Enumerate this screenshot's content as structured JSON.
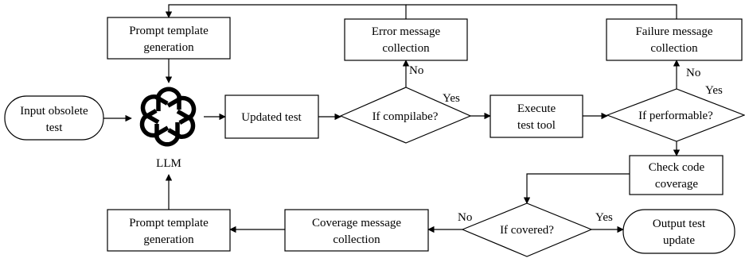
{
  "nodes": {
    "input": [
      "Input obsolete",
      "test"
    ],
    "prompt_top": [
      "Prompt template",
      "generation"
    ],
    "llm_label": "LLM",
    "updated_test": [
      "Updated test"
    ],
    "if_compilable": [
      "If compilabe?"
    ],
    "error_collection": [
      "Error message",
      "collection"
    ],
    "execute_tool": [
      "Execute",
      "test tool"
    ],
    "if_performable": [
      "If performable?"
    ],
    "failure_collection": [
      "Failure message",
      "collection"
    ],
    "check_coverage": [
      "Check code",
      "coverage"
    ],
    "if_covered": [
      "If covered?"
    ],
    "output": [
      "Output test",
      "update"
    ],
    "coverage_collection": [
      "Coverage message",
      "collection"
    ],
    "prompt_bottom": [
      "Prompt template",
      "generation"
    ]
  },
  "edge_labels": {
    "compile_no": "No",
    "compile_yes": "Yes",
    "perform_no": "No",
    "perform_yes": "Yes",
    "covered_no": "No",
    "covered_yes": "Yes"
  },
  "icons": {
    "llm": "openai-logo-icon"
  }
}
